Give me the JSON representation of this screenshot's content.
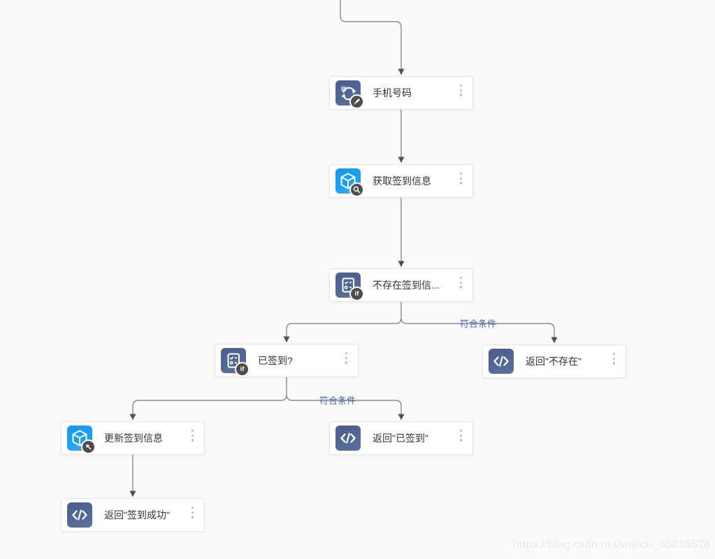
{
  "canvas": {
    "background": "#fafaf9",
    "watermark": "https://blog.csdn.net/weixin_45636528"
  },
  "colors": {
    "node_background": "#ffffff",
    "node_border": "#e5e5e3",
    "node_text": "#333333",
    "icon_slate_blue": "#546896",
    "icon_bright_blue": "#1ba0f2",
    "badge_background": "#4d4d4d",
    "connector_line": "#787878",
    "arrowhead": "#4f4f4f",
    "branch_label_text": "#4a69b4"
  },
  "nodes": [
    {
      "label": "手机号码",
      "icon": "sync-field-icon",
      "badge": "pencil"
    },
    {
      "label": "获取签到信息",
      "icon": "cube-icon",
      "badge": "magnifier"
    },
    {
      "label": "不存在签到信...",
      "icon": "checklist-icon",
      "badge": "if",
      "badge_label": "if"
    },
    {
      "label": "已签到?",
      "icon": "checklist-icon",
      "badge": "if",
      "badge_label": "if"
    },
    {
      "label": "返回\"不存在\"",
      "icon": "code-icon"
    },
    {
      "label": "更新签到信息",
      "icon": "cube-icon",
      "badge": "arrow-up-left"
    },
    {
      "label": "返回\"已签到\"",
      "icon": "code-icon"
    },
    {
      "label": "返回\"签到成功\"",
      "icon": "code-icon"
    }
  ],
  "edges": {
    "branch_labels": [
      "符合条件",
      "符合条件"
    ]
  }
}
